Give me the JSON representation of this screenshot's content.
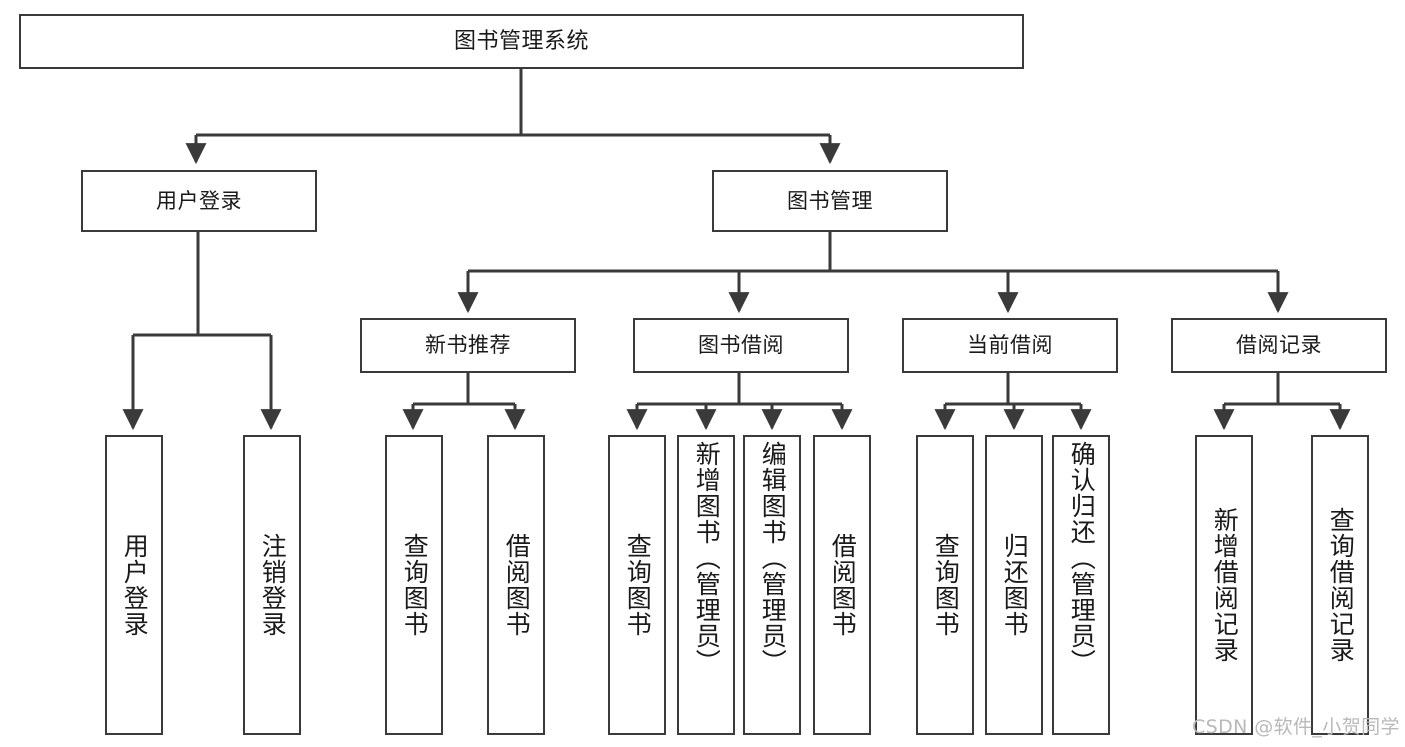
{
  "diagram": {
    "title": "图书管理系统",
    "watermark": "CSDN @软件_小贺同学",
    "colors": {
      "stroke": "#3a3a3a",
      "background": "#ffffff",
      "text": "#1a1a1a",
      "watermark": "#b9b9b9"
    },
    "levels": {
      "root": {
        "label": "图书管理系统"
      },
      "level1": [
        {
          "id": "user-login",
          "label": "用户登录"
        },
        {
          "id": "book-management",
          "label": "图书管理"
        }
      ],
      "level2": [
        {
          "id": "new-book-recommend",
          "label": "新书推荐"
        },
        {
          "id": "book-borrow",
          "label": "图书借阅"
        },
        {
          "id": "current-borrow",
          "label": "当前借阅"
        },
        {
          "id": "borrow-record",
          "label": "借阅记录"
        }
      ],
      "leaves": {
        "user-login": [
          {
            "id": "leaf-user-login",
            "label": "用户登录"
          },
          {
            "id": "leaf-user-logout",
            "label": "注销登录"
          }
        ],
        "new-book-recommend": [
          {
            "id": "leaf-query-book-1",
            "label": "查询图书"
          },
          {
            "id": "leaf-borrow-book-1",
            "label": "借阅图书"
          }
        ],
        "book-borrow": [
          {
            "id": "leaf-query-book-2",
            "label": "查询图书"
          },
          {
            "id": "leaf-add-book",
            "label": "新增图书（管理员）"
          },
          {
            "id": "leaf-edit-book",
            "label": "编辑图书（管理员）"
          },
          {
            "id": "leaf-borrow-book-2",
            "label": "借阅图书"
          }
        ],
        "current-borrow": [
          {
            "id": "leaf-query-book-3",
            "label": "查询图书"
          },
          {
            "id": "leaf-return-book",
            "label": "归还图书"
          },
          {
            "id": "leaf-confirm-return",
            "label": "确认归还（管理员）"
          }
        ],
        "borrow-record": [
          {
            "id": "leaf-add-record",
            "label": "新增借阅记录"
          },
          {
            "id": "leaf-query-record",
            "label": "查询借阅记录"
          }
        ]
      }
    }
  }
}
